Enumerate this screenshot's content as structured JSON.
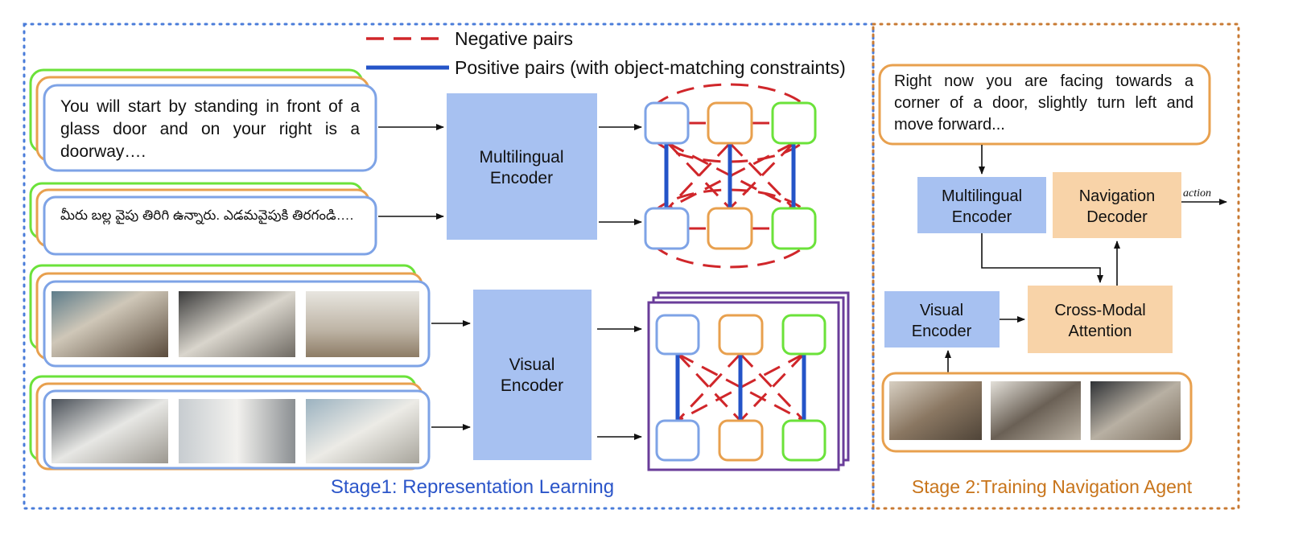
{
  "legend": {
    "negative_label": "Negative pairs",
    "positive_label": "Positive pairs (with object-matching constraints)"
  },
  "stage1": {
    "english_instruction": "You will start by standing in front of a glass door and on your right is a doorway….",
    "telugu_instruction": "మీరు బల్ల వైపు తిరిగి ఉన్నారు. ఎడమవైపుకి తిరగండి….",
    "multilingual_encoder": [
      "Multilingual",
      "Encoder"
    ],
    "visual_encoder": [
      "Visual",
      "Encoder"
    ],
    "caption": "Stage1: Representation Learning"
  },
  "stage2": {
    "instruction": "Right now you are facing towards a corner of a door, slightly turn left and move forward...",
    "multilingual_encoder": [
      "Multilingual",
      "Encoder"
    ],
    "navigation_decoder": [
      "Navigation",
      "Decoder"
    ],
    "visual_encoder": [
      "Visual",
      "Encoder"
    ],
    "cross_modal_attention": [
      "Cross-Modal",
      "Attention"
    ],
    "action_label": "action",
    "caption": "Stage 2:Training Navigation Agent"
  },
  "colors": {
    "encoder_blue": "#a7c1f1",
    "decoder_orange": "#f8d3a8",
    "stack_green": "#6be23a",
    "stack_orange": "#e8a04e",
    "stack_blue": "#7ea3e6",
    "positive_pair": "#2454c8",
    "negative_pair": "#d0262a",
    "caption1": "#2b55c9",
    "caption2": "#c8741a",
    "stage1_border": "#4a7cd9",
    "stage2_border": "#c87a33",
    "frame_purple": "#6a3d9a"
  }
}
